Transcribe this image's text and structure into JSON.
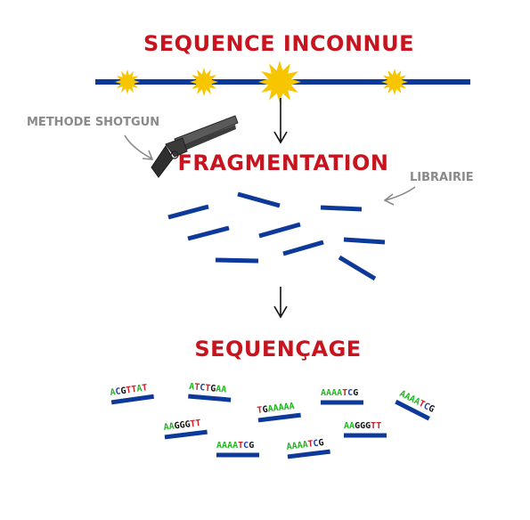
{
  "titles": {
    "step1": "SEQUENCE INCONNUE",
    "step2": "FRAGMENTATION",
    "step3": "SEQUENÇAGE"
  },
  "notes": {
    "method": "METHODE SHOTGUN",
    "library": "LIBRAIRIE"
  },
  "colors": {
    "title": "#c8141e",
    "strand": "#0d3a9a",
    "star": "#f7c600",
    "note": "#8a8a8a",
    "A": "#22b822",
    "C": "#1f3fb6",
    "G": "#111111",
    "T": "#d0202a"
  },
  "reads": [
    "ACGTTAT",
    "ATCTGAA",
    "TGAAAAA",
    "AAAATCG",
    "AAAATCG",
    "AAGGGTT",
    "AAAATCG",
    "AAGGGTT",
    "AAAATCG"
  ],
  "icons": [
    "shotgun-icon",
    "star-icon",
    "arrow-down-icon",
    "curved-arrow-icon"
  ]
}
